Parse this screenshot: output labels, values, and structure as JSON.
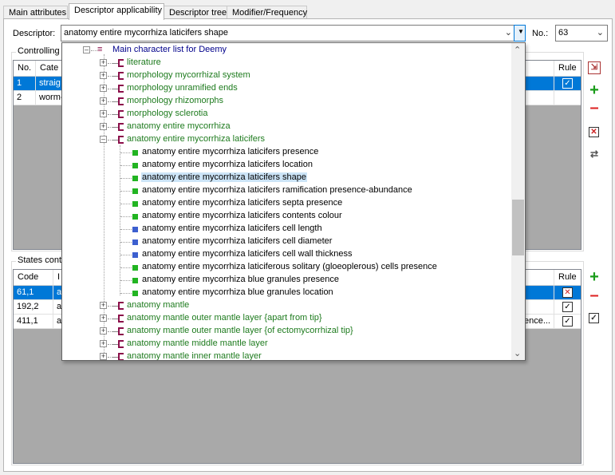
{
  "tabs": [
    "Main attributes",
    "Descriptor applicability",
    "Descriptor tree",
    "Modifier/Frequency"
  ],
  "descriptor": {
    "label": "Descriptor:",
    "value": "anatomy entire mycorrhiza laticifers shape",
    "no_label": "No.:",
    "no_value": "63"
  },
  "controlling": {
    "title": "Controlling s",
    "headers": [
      "No.",
      "Cate",
      "Rule"
    ],
    "rows": [
      {
        "no": "1",
        "cat": "straig",
        "rule": "checked"
      },
      {
        "no": "2",
        "cat": "worm-",
        "rule": ""
      }
    ]
  },
  "states": {
    "title": "States contr",
    "headers": [
      "Code",
      "I",
      "Rule"
    ],
    "rows": [
      {
        "code": "61,1",
        "a": "a",
        "desc": "",
        "rule": "x"
      },
      {
        "code": "192,2",
        "a": "a",
        "desc": "",
        "rule": "checked"
      },
      {
        "code": "411,1",
        "a": "a",
        "desc": "ence...",
        "rule": "checked"
      }
    ]
  },
  "tree": {
    "root": "Main character list for Deemy",
    "items": [
      {
        "label": "literature",
        "type": "char",
        "depth": 1,
        "expander": "+"
      },
      {
        "label": "morphology mycorrhizal system",
        "type": "char",
        "depth": 1,
        "expander": "+"
      },
      {
        "label": "morphology unramified ends",
        "type": "char",
        "depth": 1,
        "expander": "+"
      },
      {
        "label": "morphology rhizomorphs",
        "type": "char",
        "depth": 1,
        "expander": "+"
      },
      {
        "label": "morphology sclerotia",
        "type": "char",
        "depth": 1,
        "expander": "+"
      },
      {
        "label": "anatomy entire mycorrhiza",
        "type": "char",
        "depth": 1,
        "expander": "+"
      },
      {
        "label": "anatomy entire mycorrhiza laticifers",
        "type": "char",
        "depth": 1,
        "expander": "-"
      },
      {
        "label": "anatomy entire mycorrhiza laticifers presence",
        "type": "categorical",
        "depth": 2
      },
      {
        "label": "anatomy entire mycorrhiza laticifers location",
        "type": "categorical",
        "depth": 2
      },
      {
        "label": "anatomy entire mycorrhiza laticifers shape",
        "type": "categorical",
        "depth": 2,
        "selected": true
      },
      {
        "label": "anatomy entire mycorrhiza laticifers ramification presence-abundance",
        "type": "categorical",
        "depth": 2
      },
      {
        "label": "anatomy entire mycorrhiza laticifers septa presence",
        "type": "categorical",
        "depth": 2
      },
      {
        "label": "anatomy entire mycorrhiza laticifers contents colour",
        "type": "categorical",
        "depth": 2
      },
      {
        "label": "anatomy entire mycorrhiza laticifers cell length",
        "type": "quantitative",
        "depth": 2
      },
      {
        "label": "anatomy entire mycorrhiza laticifers cell diameter",
        "type": "quantitative",
        "depth": 2
      },
      {
        "label": "anatomy entire mycorrhiza laticifers cell wall thickness",
        "type": "quantitative",
        "depth": 2
      },
      {
        "label": "anatomy entire mycorrhiza laticiferous solitary (gloeoplerous) cells presence",
        "type": "categorical",
        "depth": 2
      },
      {
        "label": "anatomy entire mycorrhiza blue granules presence",
        "type": "categorical",
        "depth": 2
      },
      {
        "label": "anatomy entire mycorrhiza blue granules location",
        "type": "categorical",
        "depth": 2
      },
      {
        "label": "anatomy mantle",
        "type": "char",
        "depth": 1,
        "expander": "+"
      },
      {
        "label": "anatomy mantle outer mantle layer {apart from tip}",
        "type": "char",
        "depth": 1,
        "expander": "+"
      },
      {
        "label": "anatomy mantle outer mantle layer {of ectomycorrhizal tip}",
        "type": "char",
        "depth": 1,
        "expander": "+"
      },
      {
        "label": "anatomy mantle middle mantle layer",
        "type": "char",
        "depth": 1,
        "expander": "+"
      },
      {
        "label": "anatomy mantle inner mantle layer",
        "type": "char",
        "depth": 1,
        "expander": "+"
      }
    ]
  },
  "colors": {
    "accent": "#0078d7",
    "char_text": "#1e7b1e",
    "root_text": "#00008b",
    "categorical": "#22b422",
    "quantitative": "#3c5fcf",
    "char_icon": "#8b0f4a"
  }
}
